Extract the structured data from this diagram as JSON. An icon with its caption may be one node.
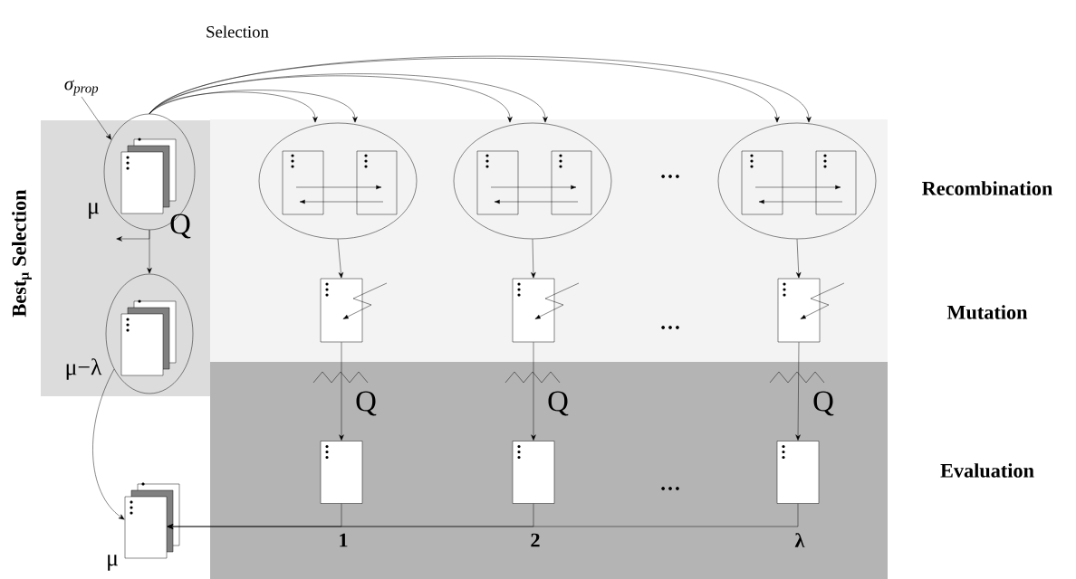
{
  "diagram": {
    "nodes": [
      {
        "text": [],
        "shape": "ellipse",
        "beside": [
          "μ",
          "Q"
        ]
      },
      {
        "text": [],
        "shape": "ellipse",
        "beside": [
          "μ−λ"
        ]
      },
      {
        "text": [],
        "shape": "stack",
        "beside": [
          "μ"
        ]
      },
      {
        "text": [],
        "shape": "ellipse"
      },
      {
        "text": [],
        "shape": "ellipse"
      },
      {
        "text": [],
        "shape": "ellipse"
      },
      {
        "text": [],
        "shape": "box"
      },
      {
        "text": [],
        "shape": "box"
      },
      {
        "text": [],
        "shape": "box"
      },
      {
        "text": [],
        "shape": "box",
        "beside": [
          "1"
        ]
      },
      {
        "text": [],
        "shape": "box",
        "beside": [
          "2"
        ]
      },
      {
        "text": [],
        "shape": "box",
        "beside": [
          "λ"
        ]
      },
      {
        "text": [
          "σ$_{prop}$"
        ]
      }
    ],
    "edges": [
      {
        "from": 12,
        "to": 0,
        "arrow": "to"
      },
      {
        "from": 0,
        "to": 3,
        "arrow": "to"
      },
      {
        "from": 0,
        "to": 3,
        "arrow": "to"
      },
      {
        "from": 0,
        "to": 4,
        "arrow": "to"
      },
      {
        "from": 0,
        "to": 4,
        "arrow": "to"
      },
      {
        "from": 0,
        "to": 5,
        "arrow": "to"
      },
      {
        "from": 0,
        "to": 5,
        "arrow": "to"
      },
      {
        "from": 0,
        "to": 1,
        "arrow": "to"
      },
      {
        "from": 0,
        "to": null,
        "arrow": "to"
      },
      {
        "from": 1,
        "to": 2,
        "arrow": "to"
      },
      {
        "from": 3,
        "to": 6,
        "arrow": "to"
      },
      {
        "from": 4,
        "to": 7,
        "arrow": "to"
      },
      {
        "from": 5,
        "to": 8,
        "arrow": "to"
      },
      {
        "from": 6,
        "to": 9,
        "arrow": "to",
        "label": "Q"
      },
      {
        "from": 7,
        "to": 10,
        "arrow": "to",
        "label": "Q"
      },
      {
        "from": 8,
        "to": 11,
        "arrow": "to",
        "label": "Q"
      },
      {
        "from": 9,
        "to": 2,
        "arrow": "to"
      },
      {
        "from": 10,
        "to": 2,
        "arrow": "to"
      },
      {
        "from": 11,
        "to": 2,
        "arrow": "to"
      }
    ],
    "labels": [
      "Selection",
      "Best$_{μ}$ Selection",
      "…",
      "Recombination",
      "…",
      "Mutation",
      "…",
      "Evaluation"
    ]
  }
}
